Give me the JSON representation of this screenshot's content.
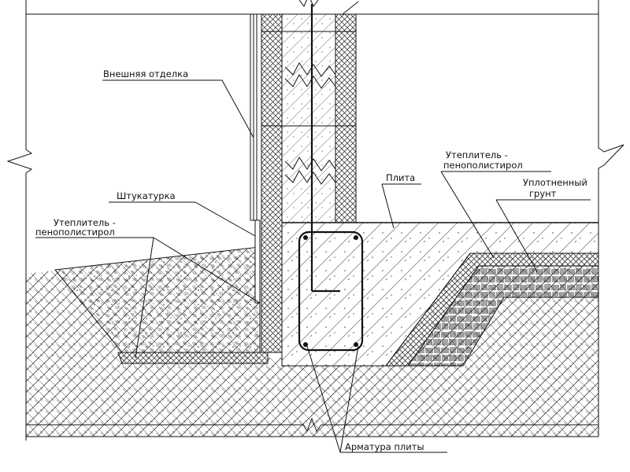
{
  "labels": {
    "exterior_finish": "Внешняя отделка",
    "plaster": "Штукатурка",
    "insulation_left_1": "Утеплитель -",
    "insulation_left_2": "пенополистирол",
    "slab": "Плита",
    "insulation_right_1": "Утеплитель -",
    "insulation_right_2": "пенополистирол",
    "compacted_soil_1": "Уплотненный",
    "compacted_soil_2": "грунт",
    "slab_rebar": "Арматура плиты"
  },
  "colors": {
    "ink": "#111111",
    "paper": "#ffffff"
  }
}
